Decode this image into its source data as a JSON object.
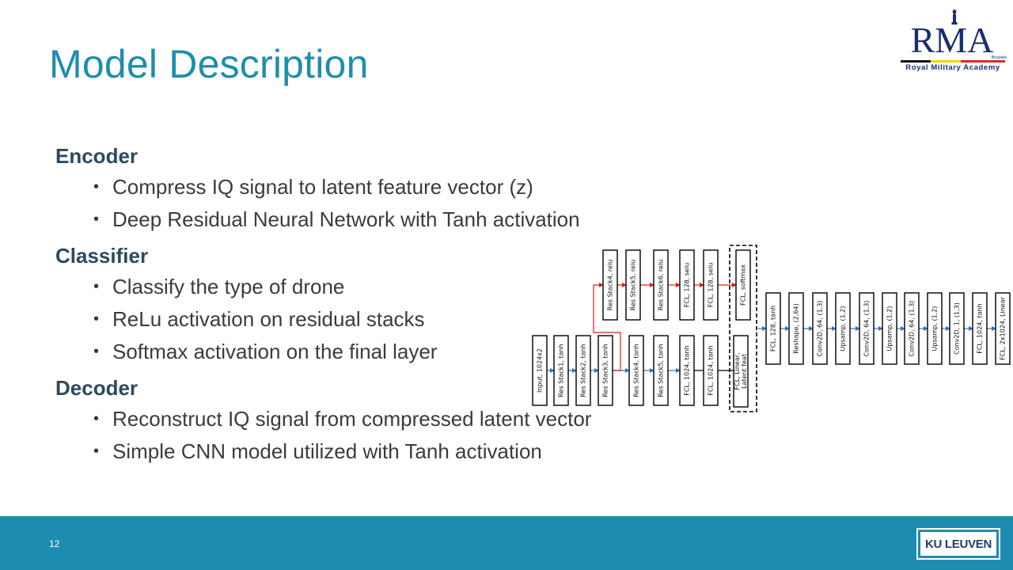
{
  "slide": {
    "title": "Model Description",
    "page_number": "12"
  },
  "logos": {
    "rma": {
      "letters": "RMA",
      "city": "Brussels",
      "caption": "Royal Military Academy"
    },
    "ku_leuven": "KU LEUVEN"
  },
  "sections": [
    {
      "heading": "Encoder",
      "bullets": [
        "Compress IQ signal to latent feature vector (z)",
        "Deep Residual Neural Network with Tanh activation"
      ]
    },
    {
      "heading": "Classifier",
      "bullets": [
        "Classify the type of drone",
        "ReLu activation on residual stacks",
        "Softmax activation on the final layer"
      ]
    },
    {
      "heading": "Decoder",
      "bullets": [
        "Reconstruct IQ signal from compressed latent vector",
        "Simple CNN model utilized with Tanh activation"
      ]
    }
  ],
  "diagram": {
    "encoder_blocks": [
      "Input, 1024x2",
      "Res Stack1, tanh",
      "Res Stack2, tanh",
      "Res Stack3, tanh",
      "Res Stack4, tanh",
      "Res Stack5, tanh",
      "FCL,  1024, tanh",
      "FCL,  1024, tanh"
    ],
    "latent_block": [
      "FCL, Linear,",
      "Latent feat"
    ],
    "classifier_blocks": [
      "Res Stack4, relu",
      "Res Stack5, relu",
      "Res Stack6, relu",
      "FCL,  128, selu",
      "FCL,  128, selu",
      "FCL, softmax"
    ],
    "decoder_blocks": [
      "FCL, 128, tanh",
      "Reshape, (2,64)",
      "Conv2D, 64, (1,3)",
      "Upsamp, (1,2)",
      "Conv2D, 64, (1,3)",
      "Upsamp, (1,2)",
      "Conv2D, 64, (1,3)",
      "Upsamp, (1,2)",
      "Conv2D, 1, (1,3)",
      "FCL, 1024, tanh",
      "FCL, 2x1024, Linear"
    ],
    "colors": {
      "box_stroke": "#000000",
      "branch_arrow": "#d42020",
      "flow_arrow": "#3a6fb5"
    }
  },
  "colors": {
    "title": "#1f8dad",
    "heading": "#2d4a5c",
    "body": "#3b3b3b",
    "footer": "#1d8cb0",
    "ku_text": "#1d3f72"
  }
}
